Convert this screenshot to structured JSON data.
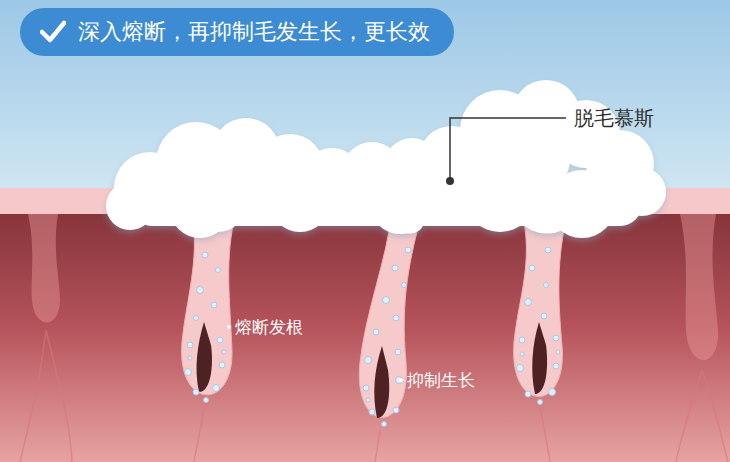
{
  "diagram": {
    "title": "深入熔断，再抑制毛发生长，更长效",
    "labels": [
      "脱毛慕斯",
      "熔断发根",
      "抑制生长"
    ]
  }
}
